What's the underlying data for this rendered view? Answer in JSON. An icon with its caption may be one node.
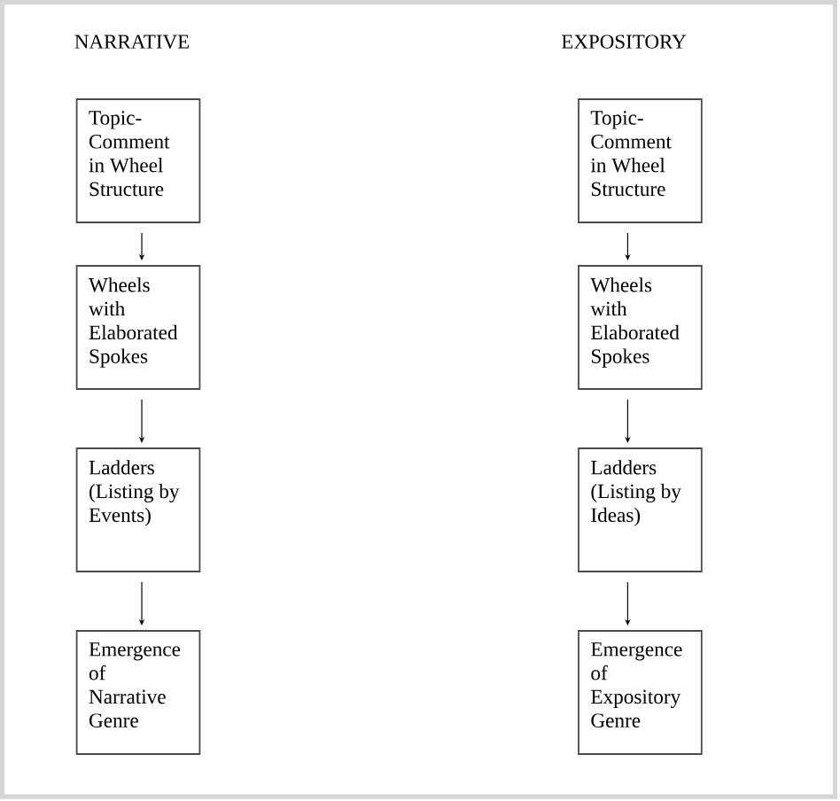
{
  "diagram": {
    "nodes": [
      {
        "text": [
          "Topic-Comment in Wheel Structure"
        ]
      },
      {
        "text": [
          "Wheels with Elaborated Spokes"
        ]
      },
      {
        "text": [
          "Ladders (Listing by Events)"
        ]
      },
      {
        "text": [
          "Emergence of Narrative Genre"
        ]
      },
      {
        "text": [
          "Topic-Comment in Wheel Structure"
        ]
      },
      {
        "text": [
          "Wheels with Elaborated Spokes"
        ]
      },
      {
        "text": [
          "Ladders (Listing by Ideas)"
        ]
      },
      {
        "text": [
          "Emergence of Expository Genre"
        ]
      }
    ],
    "edges": [
      {
        "from": 0,
        "to": 1,
        "arrow": "to"
      },
      {
        "from": 1,
        "to": 2,
        "arrow": "to"
      },
      {
        "from": 2,
        "to": 3,
        "arrow": "to"
      },
      {
        "from": 4,
        "to": 5,
        "arrow": "to"
      },
      {
        "from": 5,
        "to": 6,
        "arrow": "to"
      },
      {
        "from": 6,
        "to": 7,
        "arrow": "to"
      }
    ],
    "labels": [
      "NARRATIVE",
      "EXPOSITORY"
    ]
  }
}
